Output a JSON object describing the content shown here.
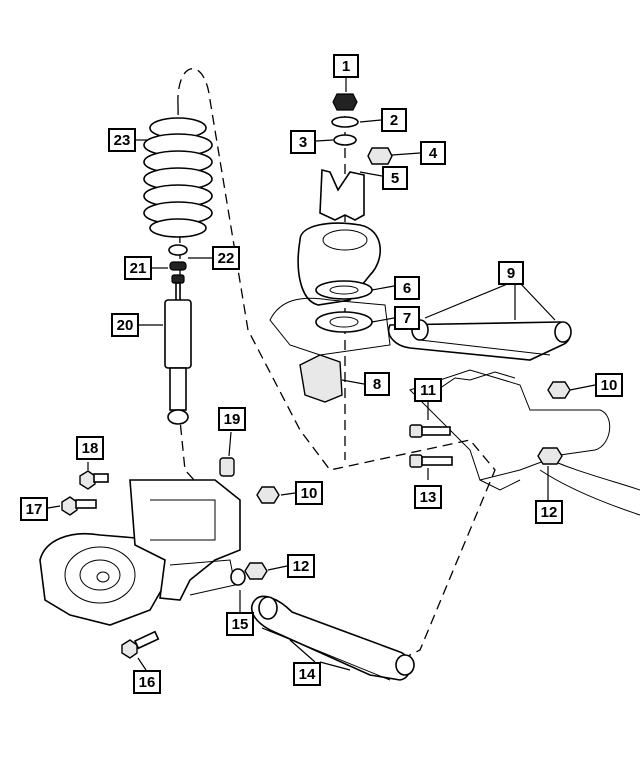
{
  "callouts": {
    "c1": "1",
    "c2": "2",
    "c3": "3",
    "c4": "4",
    "c5": "5",
    "c6": "6",
    "c7": "7",
    "c8": "8",
    "c9": "9",
    "c10a": "10",
    "c10b": "10",
    "c11": "11",
    "c12a": "12",
    "c12b": "12",
    "c13": "13",
    "c14": "14",
    "c15": "15",
    "c16": "16",
    "c17": "17",
    "c18": "18",
    "c19": "19",
    "c20": "20",
    "c21": "21",
    "c22": "22",
    "c23": "23"
  }
}
